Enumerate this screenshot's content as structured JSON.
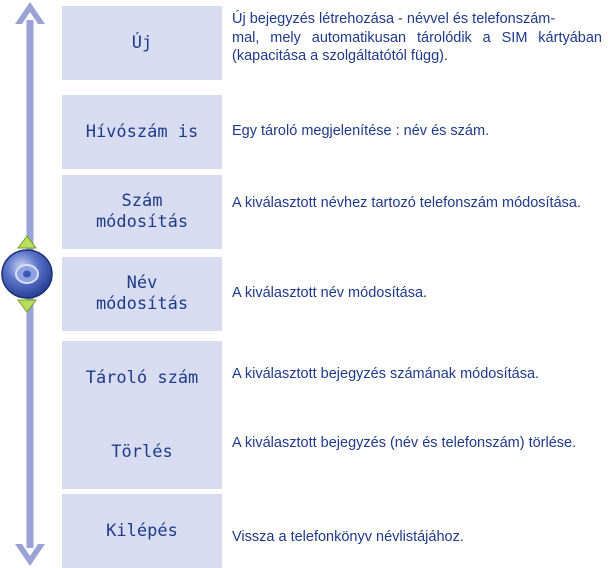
{
  "colors": {
    "box_bg": "#d7dcf0",
    "text": "#1f3a8a",
    "arrow": "#9aa3d6",
    "nav_key": "#3d5ab8",
    "nav_arrow": "#b8e05a"
  },
  "icons": [
    "double-arrow-vertical-icon",
    "navigation-key-icon"
  ],
  "menu": {
    "items": [
      {
        "label": "Új",
        "description": "Új bejegyzés létrehozása - névvel és telefonszám-\nmal, mely automatikusan tárolódik a SIM kártyában (kapacitása a szolgáltatótól függ)."
      },
      {
        "label": "Hívószám  is",
        "description": "Egy tároló megjelenítése : név és szám."
      },
      {
        "label": "Szám\nmódosítás",
        "description": "A kiválasztott névhez tartozó telefonszám módosítása."
      },
      {
        "label": "Név\nmódosítás",
        "description": "A kiválasztott név módosítása."
      },
      {
        "label": "Tároló  szám",
        "description": "A kiválasztott bejegyzés számának módosítása."
      },
      {
        "label": "Törlés",
        "description": "A kiválasztott bejegyzés (név és telefonszám) törlése."
      },
      {
        "label": "Kilépés",
        "description": "Vissza a telefonkönyv névlistájához."
      }
    ]
  }
}
